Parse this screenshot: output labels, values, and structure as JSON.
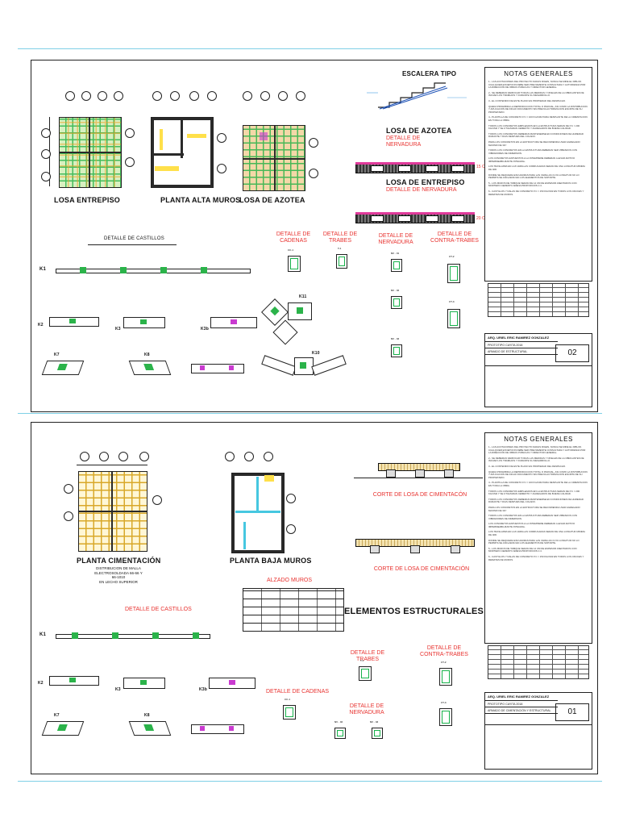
{
  "sheet1": {
    "plans": {
      "losa_entrepiso": "LOSA ENTREPISO",
      "planta_alta_muros": "PLANTA ALTA MUROS",
      "losa_azotea": "LOSA DE AZOTEA"
    },
    "escalera": "ESCALERA TIPO",
    "losa_azotea_sec": {
      "title": "LOSA DE AZOTEA",
      "sub": "DETALLE DE NERVADURA",
      "dim": "15 CM"
    },
    "losa_entrepiso_sec": {
      "title": "LOSA DE ENTREPISO",
      "sub": "DETALLE DE NERVADURA",
      "dim": "20 CM"
    },
    "detalle_castillos": "DETALLE DE CASTILLOS",
    "details": {
      "cadenas": "DETALLE DE\nCADENAS",
      "trabes": "DETALLE DE\nTRABES",
      "nervadura": "DETALLE DE\nNERVADURA",
      "contratrabes": "DETALLE DE\nCONTRA-TRABES"
    },
    "labels": [
      "CC-1",
      "T-1",
      "NV - 01",
      "NV - 02",
      "NV - 03",
      "CT-2",
      "CT-3",
      "K1",
      "K2",
      "K3",
      "K3b",
      "K7",
      "K8",
      "K10",
      "K11"
    ],
    "notes_title": "NOTAS GENERALES",
    "sheet_no": "02",
    "title_block": {
      "arq": "ARQ. URIEL ERIC RAMIREZ GONZALEZ",
      "proyecto": "PROTOTIPO CAYITA 2018",
      "plano": "ARMADO DE ESTRUCTURAL"
    }
  },
  "sheet2": {
    "plans": {
      "planta_cimentacion": "PLANTA CIMENTACIÓN",
      "planta_baja_muros": "PLANTA BAJA MUROS"
    },
    "malla_note": "DISTRIBUCION DE MALLA\nELECTROSOLDADA 66-66 Y\n66-1010\nEN LECHO SUPERIOR",
    "corte1": "CORTE DE LOSA DE CIMENTACÓN",
    "corte2": "CORTE DE LOSA DE CIMENTACIÓN",
    "alzado_muros": "ALZADO MUROS",
    "detalle_castillos": "DETALLE DE CASTILLOS",
    "elementos": "ELEMENTOS ESTRUCTURALES",
    "details": {
      "trabes": "DETALLE DE TRABES",
      "contratrabes": "DETALLE DE\nCONTRA-TRABES",
      "cadenas": "DETALLE DE CADENAS",
      "nervadura": "DETALLE DE\nNERVADURA"
    },
    "labels": [
      "T-1",
      "CT-2",
      "CT-3",
      "CC-1",
      "NV - 02",
      "NV - 03",
      "K1",
      "K2",
      "K3",
      "K3b",
      "K7",
      "K8"
    ],
    "notes_title": "NOTAS GENERALES",
    "sheet_no": "01",
    "title_block": {
      "arq": "ARQ. URIEL ERIC RAMIREZ GONZALEZ",
      "proyecto": "PROTOTIPO CAYITA 2018",
      "plano": "ARMADO DE CIMENTACIÓN Y ESTRUCTURAL"
    }
  },
  "notes_text": [
    "1.- LAS ACOTACIONES DEL PROYECTO DADAS RIGEN, NUNCA SE MIDE EL DIBUJO. CUALQUIER EXCEPCION DEBE SER PREVIAMENTE CONSULTADA Y AUTORIZADA POR LA DIRECCIÓN DE OBRAS PUBLICAS Y DIRECTOR GENERAL.",
    "2.- SE DEBERAN VERIFICAR TODAS LAS MEDIDAS Y NIVELES DE LA OBRA ANTES DE INICIAR LOS TRABAJOS Y DURANTE SU DESARROLLO.",
    "3.- EL CONTENIDO DE ESTE PLANO ES PROPIEDAD DEL DESPACHO.",
    "QUEDA PROHIBIDA LA REPRODUCCION TOTAL O PARCIAL, ASI COMO LA DISTRIBUCION Y APLICACION DE DICHO DOCUMENTO SIN PREVIA AUTORIZACION ESCRITA DE SU PROPIETARIO.",
    "4.- PLANTILLA DE CONCRETO F'C = 100 KG/CM2 PARA DESPLANTE DE LA CIMENTACION EN TODA LA OBRA.",
    "TODOS LOS CONCRETOS EMPLEADOS EN LA ESTRUCTURA SERAN DE F'C = 200 KG/CM2 Y SE UTILIZARAN CEMENTO Y AGREGADOS DE BUENA CALIDAD.",
    "TODOS LOS CONCRETOS DEBERAN MANTENERSE EN CONDICIONES DE HUMEDAD DURANTE 7 DIAS DESPUES DEL COLADO.",
    "PARA LOS CONCRETOS EN LA ESTRUCTURA SE RECOMIENDA USAR AGREGADO MAXIMO DE 3/4\".",
    "TODOS LOS CONCRETOS EN LA ESTRUCTURA DEBERAN SER VIBRADOS CON VIBRADORES DE INMERSION.",
    "LOS CONCRETOS EXPUESTOS A LA INTEMPERIE DEBERAN LLEVAR ADITIVO IMPERMEABILIZANTE INTEGRAL.",
    "LOS TRASLAPES EN LAS VARILLAS CORRUGADAS SERAN DE UNA LONGITUD MINIMA DE 40D.",
    "DONDE SE REQUIERA ESCUADRAS PARA LAS VARILLAS CUYA LONGITUD NO LO PERMITA SE ANCLARAN EN LOS ELEMENTOS DE SOPORTE.",
    "5.- LOS MUROS DE TABIQUE SERAN DE 14 CM DE ESPESOR ASENTADOS CON MORTERO CEMENTO ARENA PROPORCION 1:4.",
    "6.- CASTILLOS Y DALAS DE CONCRETO F'C = 150 KG/CM2 EN TODOS LOS CRUCES Y REMATES DE MUROS."
  ]
}
